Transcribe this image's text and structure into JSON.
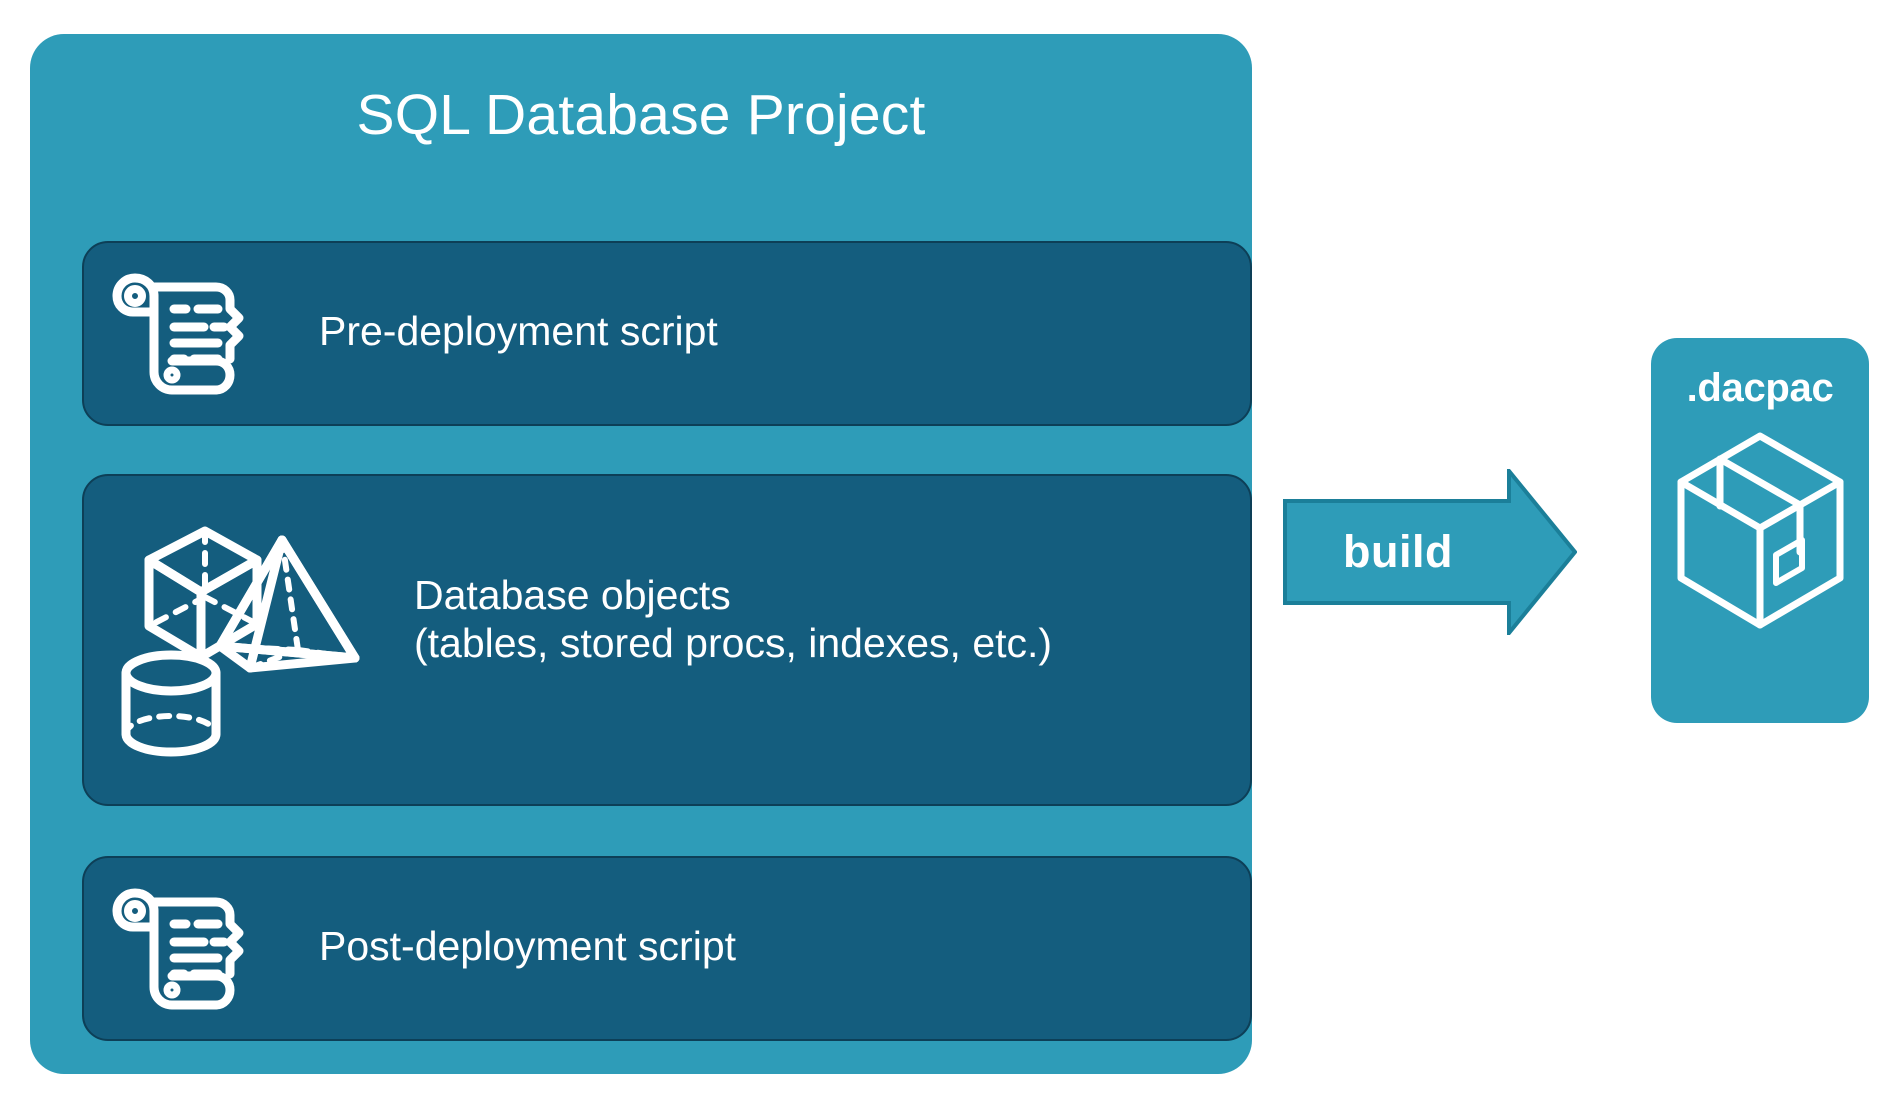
{
  "diagram": {
    "title": "SQL Database Project build diagram",
    "background_color": "#ffffff",
    "colors": {
      "project_box": "#2e9cb8",
      "card": "#145d7e",
      "card_border": "#0d3f57",
      "arrow_fill": "#2e9cb8",
      "arrow_border": "#1b7f99",
      "icon_stroke": "#ffffff",
      "text": "#ffffff"
    }
  },
  "project": {
    "title": "SQL Database Project",
    "cards": [
      {
        "id": "pre-deployment",
        "label": "Pre-deployment script",
        "icon": "scroll-icon"
      },
      {
        "id": "database-objects",
        "label": "Database objects\n(tables, stored procs, indexes, etc.)",
        "line1": "Database objects",
        "line2": "(tables, stored procs, indexes, etc.)",
        "icon": "3d-shapes-icon"
      },
      {
        "id": "post-deployment",
        "label": "Post-deployment script",
        "icon": "scroll-icon"
      }
    ]
  },
  "arrow": {
    "label": "build",
    "direction": "right",
    "icon": "right-arrow-icon"
  },
  "output": {
    "title": ".dacpac",
    "icon": "package-box-icon"
  }
}
